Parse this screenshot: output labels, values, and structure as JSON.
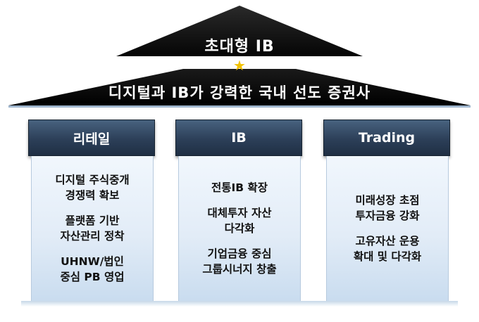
{
  "roof": {
    "title": "초대형 IB",
    "star": "★",
    "subtitle": "디지털과 IB가 강력한 국내 선도 증권사"
  },
  "columns": [
    {
      "title": "리테일",
      "items": [
        [
          "디지털 주식중개",
          "경쟁력 확보"
        ],
        [
          "플랫폼 기반",
          "자산관리 정착"
        ],
        [
          "UHNW/법인",
          "중심 PB 영업"
        ]
      ]
    },
    {
      "title": "IB",
      "items": [
        [
          "전통IB 확장"
        ],
        [
          "대체투자 자산",
          "다각화"
        ],
        [
          "기업금융 중심",
          "그룹시너지 창출"
        ]
      ]
    },
    {
      "title": "Trading",
      "items": [
        [
          "미래성장 초점",
          "투자금융 강화"
        ],
        [
          "고유자산 운용",
          "확대 및 다각화"
        ]
      ]
    }
  ],
  "colors": {
    "roof_dark": "#0b0b0b",
    "header_blue": "#2c3f58",
    "star_gold": "#f2c200",
    "pillar_light": "#e2ecf7"
  }
}
